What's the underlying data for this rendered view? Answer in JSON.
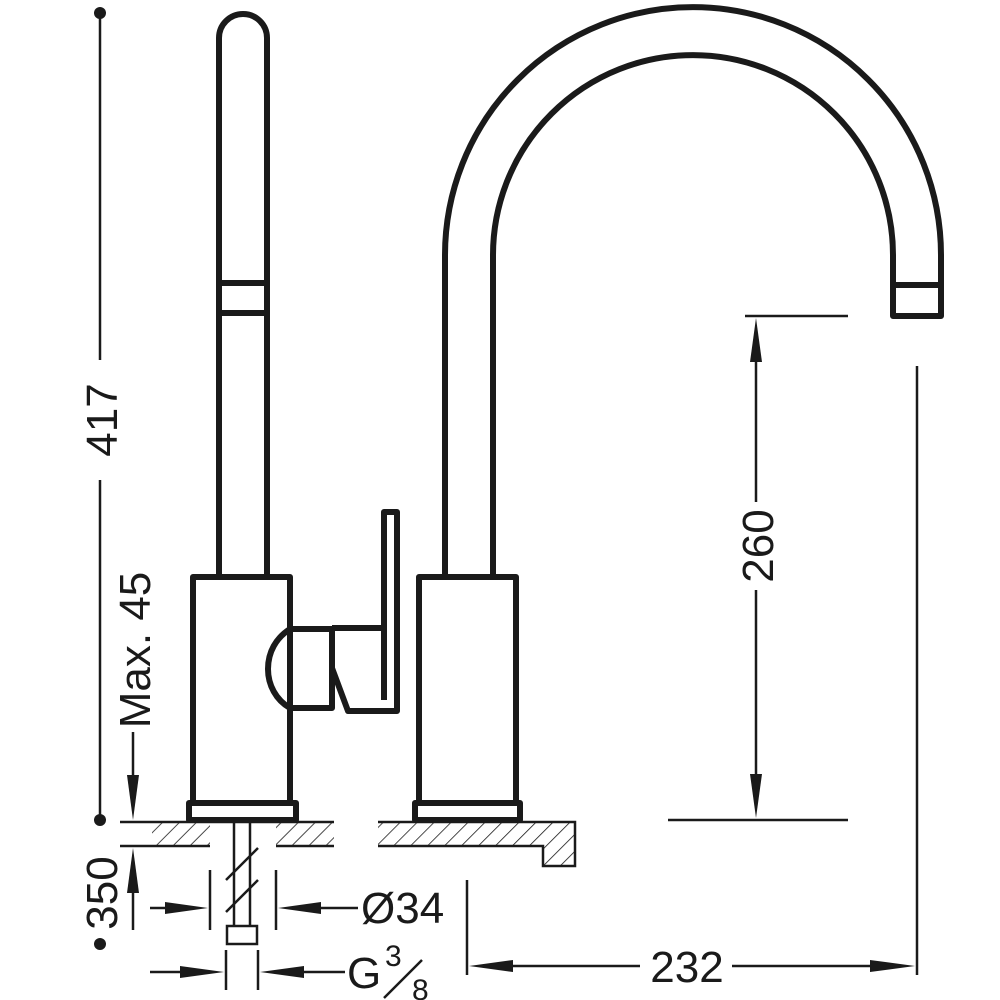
{
  "dimensions": {
    "total_height": "417",
    "max_thickness": "Max. 45",
    "below_counter": "350",
    "spout_height": "260",
    "spout_reach": "232",
    "hole_diameter": "Ø34",
    "connection_prefix": "G",
    "connection_numerator": "3",
    "connection_denominator": "8"
  },
  "colors": {
    "line": "#1a1a1a",
    "background": "#ffffff"
  }
}
